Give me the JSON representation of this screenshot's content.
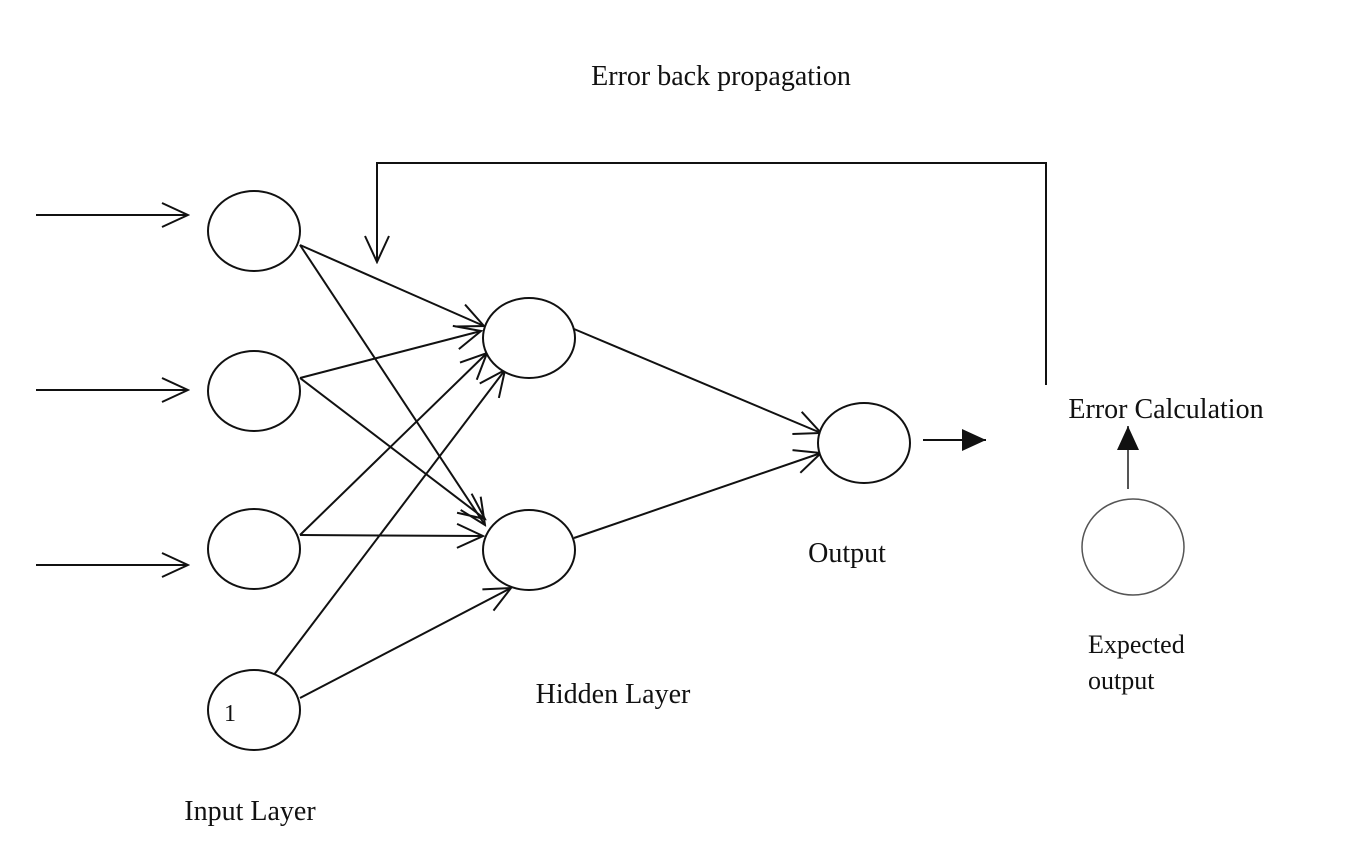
{
  "diagram": {
    "title": "Error back propagation",
    "labels": {
      "input_layer": "Input Layer",
      "hidden_layer": "Hidden Layer",
      "output": "Output",
      "error_calculation": "Error Calculation",
      "expected_output_line1": "Expected",
      "expected_output_line2": "output"
    },
    "bias_node_label": "1",
    "colors": {
      "stroke": "#111111",
      "background": "#ffffff"
    }
  }
}
